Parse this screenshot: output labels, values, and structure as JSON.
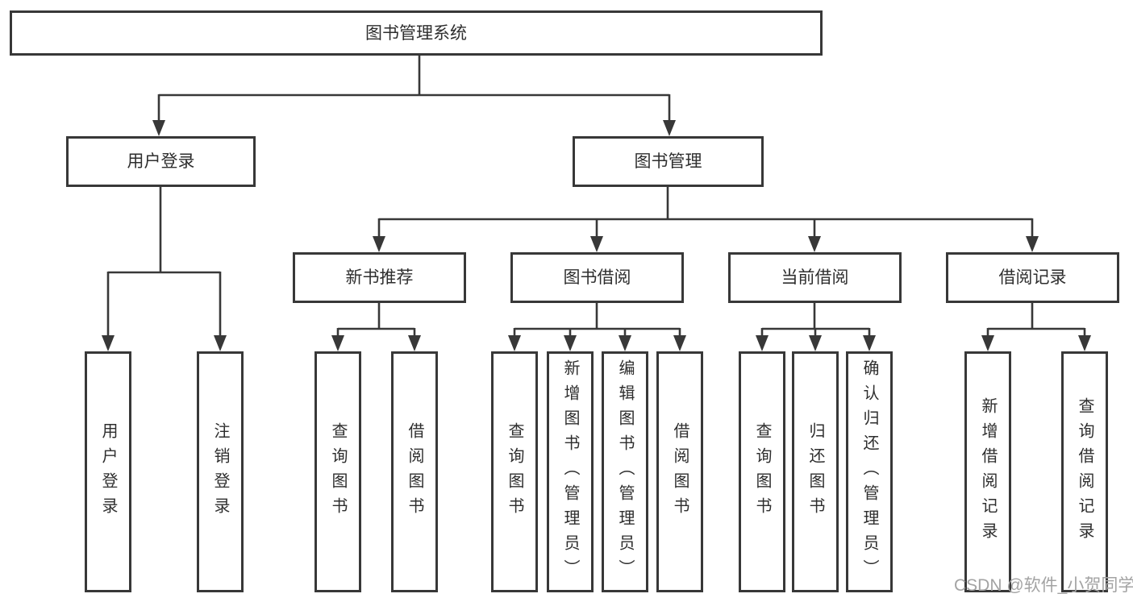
{
  "nodes": {
    "root": "图书管理系统",
    "l2": [
      "用户登录",
      "图书管理"
    ],
    "l3": [
      "新书推荐",
      "图书借阅",
      "当前借阅",
      "借阅记录"
    ],
    "leaves": [
      "用户登录",
      "注销登录",
      "查询图书",
      "借阅图书",
      "查询图书",
      "新增图书（管理员）",
      "编辑图书（管理员）",
      "借阅图书",
      "查询图书",
      "归还图书",
      "确认归还（管理员）",
      "新增借阅记录",
      "查询借阅记录"
    ]
  },
  "watermark": "CSDN @软件_小贺同学",
  "colors": {
    "line": "#383838",
    "text": "#2e2e2e",
    "watermark": "#a3a3a3",
    "background": "#ffffff"
  }
}
